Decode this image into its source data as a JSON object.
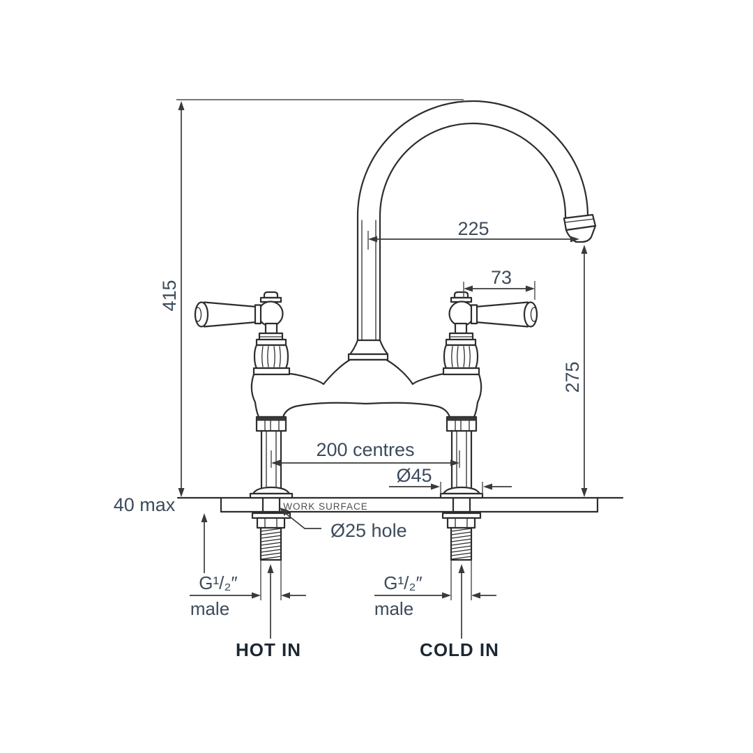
{
  "drawing": {
    "dimensions": {
      "overall_height": "415",
      "spout_reach": "225",
      "handle_length": "73",
      "spout_clearance": "275",
      "tap_hole_centres": "200 centres",
      "base_diameter": "Ø45",
      "max_surface_thickness": "40 max",
      "mounting_hole": "Ø25 hole"
    },
    "connections": {
      "hot": {
        "thread": "G¹/₂″",
        "gender": "male",
        "label": "HOT IN"
      },
      "cold": {
        "thread": "G¹/₂″",
        "gender": "male",
        "label": "COLD IN"
      }
    },
    "surface_label": "WORK SURFACE",
    "colors": {
      "line": "#2d2d2d",
      "dimension_line": "#3a3a3a",
      "dimension_text": "#3c4b5b",
      "flow_label_text": "#1c2732",
      "surface_text": "#4d4d4d",
      "background": "#ffffff"
    }
  }
}
